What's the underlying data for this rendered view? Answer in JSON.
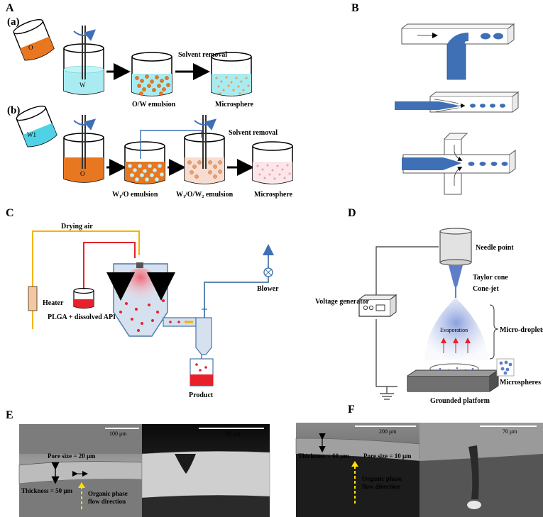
{
  "panels": {
    "A": {
      "letter": "A",
      "a": {
        "tag": "(a)",
        "beaker_oil_label": "O",
        "water_label": "W",
        "emulsion_label": "O/W emulsion",
        "solvent_removal": "Solvent removal",
        "product_label": "Microsphere"
      },
      "b": {
        "tag": "(b)",
        "beaker_w1_label": "W1",
        "oil_label": "O",
        "emulsion1_label": "W₁/O emulsion",
        "emulsion2_label": "W₁/O/W₂ emulsion",
        "solvent_removal": "Solvent removal",
        "product_label": "Microsphere"
      }
    },
    "B": {
      "letter": "B"
    },
    "C": {
      "letter": "C",
      "drying_air": "Drying air",
      "heater": "Heater",
      "feed": "PLGA + dissolved API",
      "blower": "Blower",
      "product": "Product"
    },
    "D": {
      "letter": "D",
      "needle_point": "Needle point",
      "taylor_cone": "Taylor cone",
      "cone_jet": "Cone-jet",
      "voltage_generator": "Voltage generator",
      "evaporation": "Evaporation",
      "micro_droplets": "Micro-droplets",
      "microspheres": "Microspheres",
      "grounded_platform": "Grounded platform"
    },
    "E": {
      "letter": "E",
      "scale_left": "100 μm",
      "scale_right": "80 μm",
      "pore_size": "Pore size = 20 μm",
      "thickness": "Thickness = 50 μm",
      "flow_direction_1": "Organic phase",
      "flow_direction_2": "flow direction"
    },
    "F": {
      "letter": "F",
      "scale_left": "200 μm",
      "scale_right": "70 μm",
      "pore_size": "Pore size = 10 μm",
      "thickness": "Thickness = 60 μm",
      "flow_direction_1": "Organic phase",
      "flow_direction_2": "flow direction"
    }
  },
  "colors": {
    "oil": "#e87722",
    "water": "#a8ecf2",
    "channel_blue": "#3f6fb5",
    "yellow_air": "#f5b400",
    "red_line": "#e8202a",
    "steel_blue": "#4a78a8"
  }
}
